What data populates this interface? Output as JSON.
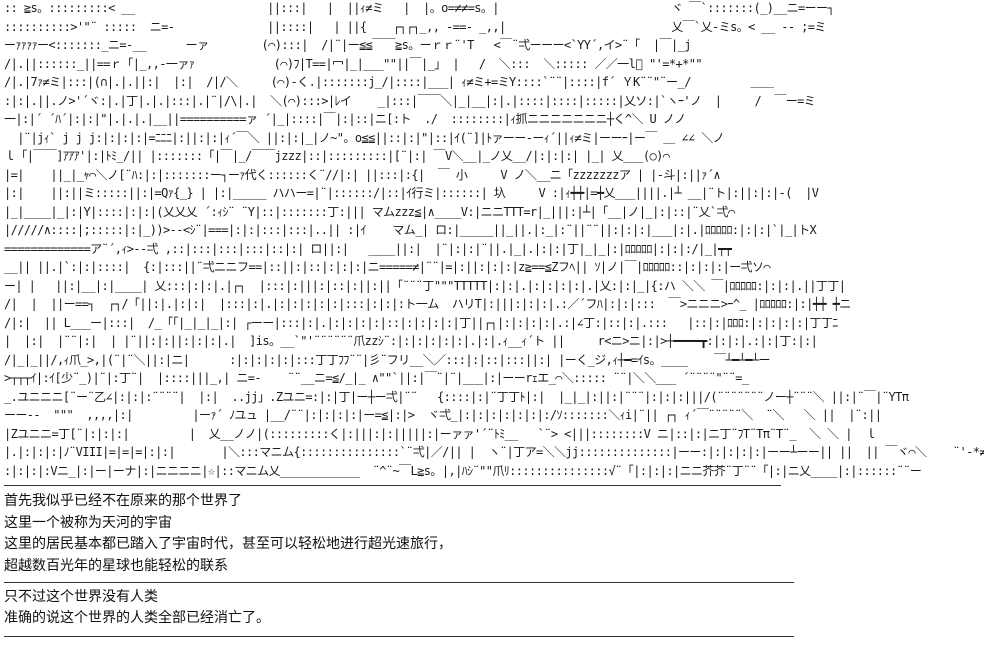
{
  "art_rows": [
    ":: ≧s。:::::::::< __                    ||:::|   |  ||ｨ≠ミ   |  |。o=≠≠=s。|                          ヾ ￣`:::::::(_)__ニ=ーー┐",
    "::::::::::>'\"¨ :::::  ニ=-              ||::::|   | ||{    ┌┐┌┐_,, -==- _,,|                         乂￣`乂-ミs。< __ -- ;=ミ",
    "ーｧｧｧｧー<:::::::_ニ=-__      ーァ        (⌒):::|  /|¨|ー≦≦￣￣≧s。ーｒｒ¨'Т   <￣¨弌ーーー<`ΥΥ´,イ>¨「  |￣|_j",
    "/|.||::::::_||==ｒ「|_,,-一ァｧ            (⌒)ﾌ|T==|冖|_|___\"\"||￣|_」 |   /  ＼:::  ＼::::: ／／一l゙ \"'=*+*\"\"",
    "/|.|7ｧ≠ミ|:::|(∩|.|.||:|  |:|  /|/＼     (⌒)-く.|:::::::j_/|::::|___| ｨ≠ミ+=ミY::::`¨¨|::::|f´ ＹK¨¨\"¨ー_/         ＿＿",
    ":|:|.||.ノ>'´ヾ:|.|丁|.|.|:::|.|¨|/\\|.|  ＼(⌒):::>|ﾚイ    _|:::|￣￣＼|_|__|:|.|::::|::::|:::::|乂ソ:|`ヽｰ'ノ  |     /  ￣ー=ミ",
    "一|:|´ ´ﾊ´|:|:|\"|.|.|.|__||==========ァ ´|_|::::|￣|:|::|ニ[:ト  ./  ::::::::|ｨ抓ニニニニニニニ┼く^＼ U ノノ",
    "  |¨|jｨ` j j j:|:|:|:|=ﾆﾆﾆ|:||:|:|ｨ´￣＼ ||:|:|_|ノ~\"。o≦≦||::|:|\"|::|ｲ(¨]|ﾄァーー-ーｨ´||ｨ≠ミ|ーーｰ|ー￣ ＿ ∠∠ ＼ノ",
    "ｌ「|￣￣]ｱｱｱ'|:|ﾄﾐ_/|| |:::::::「|￣|_/￣￣jzzz|::|:::::::::|[¨|:| ￣V＼__|_ノ乂__/|:|:|:| |_| 乂___(○)⌒",
    "|=|    ||_|_ｬ⌒＼ノ[¨ﾊ:|:|:::::::ー┐ーｧ代く::::::く¨//|:| ||:::|:{|  ￣ 小     V ノ＼__ニ「zzzzzzzア | |-斗|:||ｧ´∧",
    "|:|    ||:||ミ:::::||:|=Qｧ{_} | |:|_____ ハハー=|¨|::::::/|::|ｲ行ミ|::::::| 圦     V :|ｨ┿┿|=┿乂___||||.|┴ __|¨ト|:||:|:|-(  |V",
    "|_|____|_|:|Y|::::|:|:|(乂乂乂 ´:ｨｼ¨ ¨Y|::|:::::::丁:||| マムzzz≦|∧____V:|ニニTTT=r|_|||:|┴|「__|ノ|_|:|::|¨乂`弌⌒",
    "|/////∧::::|;:::::|:|_))>--<ｼ¨|===|:|:|:::|:::|..|| :|ｲ    マム_| ロ:|_____||_||.|:_|:¨||¨¨||:|:|:|___|:|.|ﾛﾛﾛﾛﾛ:|:|:|`|_|トX",
    "=============ア¨´,ｨ>--弌 ,::|:::|:::|:::|::|:| ロ||:|   ____||:|  |¨|:|:|¨||.|_|.|:|:|丁|_|_|:|ﾛﾛﾛﾛﾛ|:|:|:/|_|┯┯",
    "__|| ||.|`:|:|::::|  {:|:::||¨弌ニニフ==|::||:|::|:|:|:|ニ=====≠|¨¨|=|:||:|:|:|z≧==≦Zフﾍ|| ｿ|ノ|￣|ﾛﾛﾛﾛﾛ::|:|:|:|ー弌ソ⌒",
    "ー| |   ||:|__|:|____| 乂:::|:|:|.|┌┐  |:::|:|||:|::|:||:||「¨¨¨丁\"\"\"TTTTT|:|:|.|:|:|:|:|.|乂:|:|_|{:ハ ＼＼ ￣|ﾛﾛﾛﾛﾛ:|:|:|.||丁丁|",
    "/|  |  ||ー==┐  ┌┐/「||:|.|:|:|  |:::|:|.|:|:|:|:|:|:::|:|:|:ト一ム  ハリT|:|||:|:|:|.:／´フﾊ|:|:|:::  ￣>ニニニ>ｰ^_ |ﾛﾛﾛﾛﾛ:|:|┿┿ ┿ニ",
    "/|:|  || L___ー|:::|  /_「「|_|_|_|:| ┌ーー|:::|:|.|:|:|:|:|::|:|:|:|:|丁||┌┐|:|:|:|:|.:|∠丁:|::|:|.:::   |::|:|ﾛﾛﾛ:|:|:|:|:|丁丁ﾆ",
    "|  |:|  |¨¨|:|  | |¨||:|:||:|:|:|.|  ]is。__`\"'¨¨¨¨¨¨爪zzｼ¨:|:|:|:|:|:|.|:|.ｨ__ｨ´ト ||     r<ニ>ニ|:|>┼━━━━┳:|:|:|.:|:|丁:|:|",
    "/|_|_||/,ｨ爪_>,|(¨|¨＼||:|ニ|      :|:|:|:|:|:::丁丁ﾌﾌ¨¨|彡¨フリ__＼／:::|:|::|:::||:| |ーく_ジ,ｨ┼━=ｲs。____    ￣┴━┴━┴ー",
    ">┬┬┬ｲ|:ｲ[少¨_)|¨|:丁¨|  |::::|||_,| ニ=-    ¨¨__ニ=≦/_|_ ∧\"\"`||:|￣¨|¨|___|:|ーーrｪエ_⌒＼::::: ¨¨|＼＼___ ´¨¨¨¨\"¨¨=_",
    "_.ユニニニ[¨ー¨乙∠|:|:|:¨¨¨¨|  |:|  ..jj」.Zユニ=:|:|丁|ー┼ー弌|¨¨   {::::|:|¨丁丁ﾄ|:|  |_|_|:||:|¨¨¨|:|:|:|||/(¨¨¨¨¨¨¨ノー┼¨¨¨＼ ||:|¨￣|¨YTπ",
    "ーー--  \"\"\"  ,,,,|:|         |ーｧ´ ﾉユュ |__/¨¨|:|:|:|:|ー=≦|:|>  ヾ弌_|:|:|:|:|:|:|:/ｿ:::::::＼ｨi|¨|| ┌┐ ｨ´￣¨¨¨¨¨＼  ¨＼   ＼ ||  |¨:||",
    "|Zユニニ=丁[¨|:|:|:|         |  乂__ノノ|(:::::::::く|:|||:|:|||||:|ーァァ'´¨ﾄﾐ__   `¨> <|||::::::::V ニ|::|:|ニ丁¨ﾌT¨Tπ¨T¨_  ＼ ＼ |  ｌ",
    "|.|:|:|:|ﾉ¨VIII|=|=|=|:|:|       |＼:::マニム{:::::::::::::::`¨弌|／/|| |  ヽ¨|丁ア=＼＼jj::::::::::::::|ーー:|:|:|:|:|ーー┴ーー|| ||  || ￣ヾ⌒＼    ¨'-*≠*ﾞ¨",
    ":|:|:|:Vニ_|:|ー|ーナ|:|ニニニニ|☆|::マニム乂____________  ¨^¨~￣L≧s。|,|ﾊｼ¨\"\"爪ﾘ:::::::::::::::√¨「|:|:|:|ニニ芥芥¨丁¨¨「|:|ニ乂____|:|::::::¨¨ー"
  ],
  "rules": {
    "first": "",
    "second": "",
    "third": ""
  },
  "paragraph_1": [
    "首先我似乎已经不在原来的那个世界了",
    "这里一个被称为天河的宇宙",
    "这里的居民基本都已踏入了宇宙时代，甚至可以轻松地进行超光速旅行，",
    "超越数百光年的星球也能轻松的联系"
  ],
  "paragraph_2": [
    "只不过这个世界没有人类",
    "准确的说这个世界的人类全部已经消亡了。"
  ]
}
